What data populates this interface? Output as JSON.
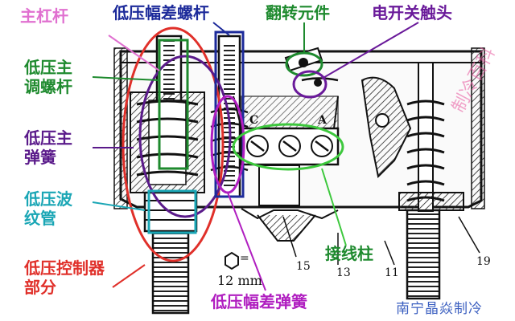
{
  "labels": {
    "main_lever": "主杠杆",
    "low_diff_screw": "低压幅差螺杆",
    "flip_element": "翻转元件",
    "contact": "电开关触头",
    "low_main_adj_screw": "低压主调螺杆",
    "low_main_spring": "低压主弹簧",
    "low_bellows": "低压波纹管",
    "low_control_part": "低压控制器部分",
    "terminal": "接线柱",
    "low_diff_spring": "低压幅差弹簧"
  },
  "part_numbers": {
    "n15": "15",
    "n13": "13",
    "n11": "11",
    "n19": "19",
    "c": "C",
    "a": "A",
    "size": "12 mm",
    "hex_eq": "="
  },
  "watermarks": {
    "bottom": "南宁晶焱制冷",
    "diagonal": "制冷百科"
  },
  "colors": {
    "main_lever": "#e070d0",
    "low_diff_screw": "#1c2a9a",
    "green_labels": "#1e8a2e",
    "contact": "#6a1a9a",
    "low_main_spring": "#5a1a8a",
    "bellows": "#1aa6b5",
    "red_labels": "#e0302a",
    "diff_spring": "#b01ec0",
    "terminal": "#3dc83d"
  }
}
